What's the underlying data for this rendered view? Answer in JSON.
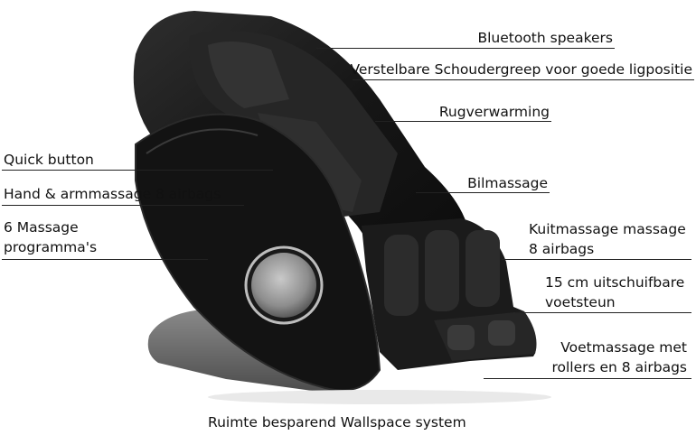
{
  "colors": {
    "chair_body": "#1a1a1a",
    "chair_highlight": "#3a3a3a",
    "leather": "#2b2b2b",
    "disc": "#9a9a9a",
    "base": "#6e6e6e",
    "text": "#111111",
    "background": "#ffffff"
  },
  "labels": {
    "bluetooth": "Bluetooth speakers",
    "shoulder": "Verstelbare Schoudergreep voor goede ligpositie",
    "rugverwarming": "Rugverwarming",
    "bilmassage": "Bilmassage",
    "kuit_line1": "Kuitmassage massage",
    "kuit_line2": "8 airbags",
    "voetsteun_line1": "15 cm uitschuifbare",
    "voetsteun_line2": "voetsteun",
    "voet_line1": "Voetmassage met",
    "voet_line2": "rollers en 8 airbags",
    "quick": "Quick button",
    "hand": "Hand & armmassage 8 airbags",
    "programs_line1": "6 Massage",
    "programs_line2": "programma's",
    "wallspace": "Ruimte besparend Wallspace system"
  }
}
